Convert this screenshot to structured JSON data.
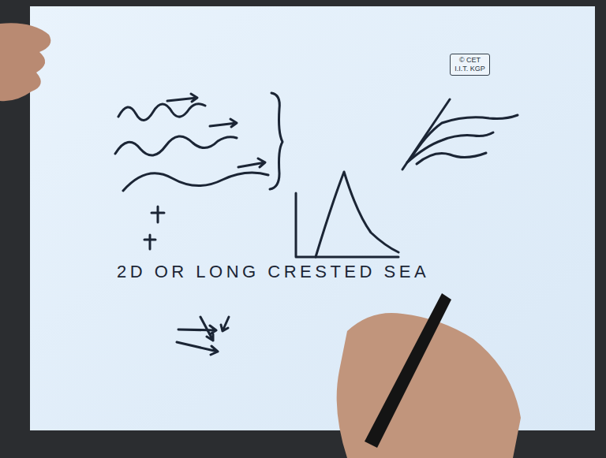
{
  "diagram": {
    "nodes": [
      {
        "text": [
          "© CET",
          "I.I.T. KGP"
        ]
      }
    ],
    "labels": [
      "2D OR LONG CRESTED SEA"
    ]
  }
}
